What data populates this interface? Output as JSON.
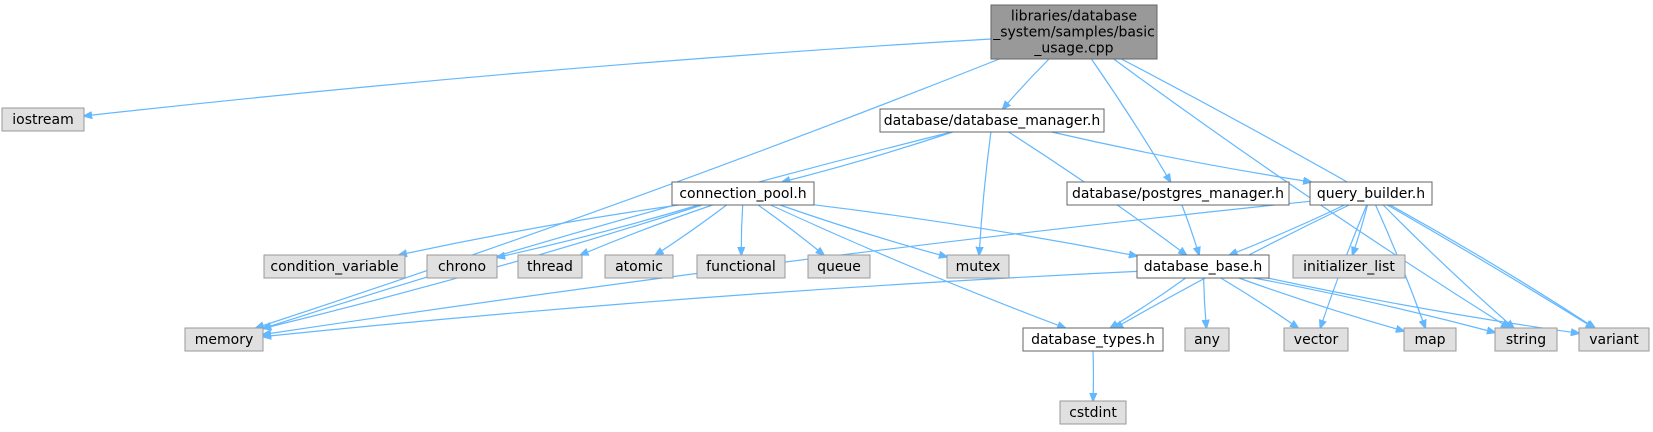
{
  "nodes": [
    {
      "id": "root",
      "lines": [
        "libraries/database",
        "_system/samples/basic",
        "_usage.cpp"
      ],
      "kind": "root"
    },
    {
      "id": "iostream",
      "lines": [
        "iostream"
      ],
      "kind": "sys"
    },
    {
      "id": "memory",
      "lines": [
        "memory"
      ],
      "kind": "sys"
    },
    {
      "id": "database_manager",
      "lines": [
        "database/database_manager.h"
      ],
      "kind": "doc"
    },
    {
      "id": "postgres_manager",
      "lines": [
        "database/postgres_manager.h"
      ],
      "kind": "doc"
    },
    {
      "id": "string",
      "lines": [
        "string"
      ],
      "kind": "sys"
    },
    {
      "id": "variant",
      "lines": [
        "variant"
      ],
      "kind": "sys"
    },
    {
      "id": "connection_pool",
      "lines": [
        "connection_pool.h"
      ],
      "kind": "doc"
    },
    {
      "id": "mutex",
      "lines": [
        "mutex"
      ],
      "kind": "sys"
    },
    {
      "id": "database_base",
      "lines": [
        "database_base.h"
      ],
      "kind": "doc"
    },
    {
      "id": "query_builder",
      "lines": [
        "query_builder.h"
      ],
      "kind": "doc"
    },
    {
      "id": "condition_variable",
      "lines": [
        "condition_variable"
      ],
      "kind": "sys"
    },
    {
      "id": "chrono",
      "lines": [
        "chrono"
      ],
      "kind": "sys"
    },
    {
      "id": "thread",
      "lines": [
        "thread"
      ],
      "kind": "sys"
    },
    {
      "id": "atomic",
      "lines": [
        "atomic"
      ],
      "kind": "sys"
    },
    {
      "id": "functional",
      "lines": [
        "functional"
      ],
      "kind": "sys"
    },
    {
      "id": "queue",
      "lines": [
        "queue"
      ],
      "kind": "sys"
    },
    {
      "id": "database_types",
      "lines": [
        "database_types.h"
      ],
      "kind": "doc"
    },
    {
      "id": "initializer_list",
      "lines": [
        "initializer_list"
      ],
      "kind": "sys"
    },
    {
      "id": "any",
      "lines": [
        "any"
      ],
      "kind": "sys"
    },
    {
      "id": "vector",
      "lines": [
        "vector"
      ],
      "kind": "sys"
    },
    {
      "id": "map",
      "lines": [
        "map"
      ],
      "kind": "sys"
    },
    {
      "id": "cstdint",
      "lines": [
        "cstdint"
      ],
      "kind": "sys"
    }
  ],
  "edges": [
    [
      "root",
      "iostream"
    ],
    [
      "root",
      "memory"
    ],
    [
      "root",
      "database_manager"
    ],
    [
      "root",
      "postgres_manager"
    ],
    [
      "root",
      "string"
    ],
    [
      "root",
      "variant"
    ],
    [
      "database_manager",
      "memory"
    ],
    [
      "database_manager",
      "connection_pool"
    ],
    [
      "database_manager",
      "mutex"
    ],
    [
      "database_manager",
      "database_base"
    ],
    [
      "database_manager",
      "query_builder"
    ],
    [
      "connection_pool",
      "memory"
    ],
    [
      "connection_pool",
      "condition_variable"
    ],
    [
      "connection_pool",
      "chrono"
    ],
    [
      "connection_pool",
      "thread"
    ],
    [
      "connection_pool",
      "atomic"
    ],
    [
      "connection_pool",
      "functional"
    ],
    [
      "connection_pool",
      "queue"
    ],
    [
      "connection_pool",
      "mutex"
    ],
    [
      "connection_pool",
      "database_base"
    ],
    [
      "connection_pool",
      "database_types"
    ],
    [
      "postgres_manager",
      "database_base"
    ],
    [
      "query_builder",
      "memory"
    ],
    [
      "query_builder",
      "database_base"
    ],
    [
      "query_builder",
      "database_types"
    ],
    [
      "query_builder",
      "initializer_list"
    ],
    [
      "query_builder",
      "vector"
    ],
    [
      "query_builder",
      "map"
    ],
    [
      "query_builder",
      "string"
    ],
    [
      "query_builder",
      "variant"
    ],
    [
      "database_base",
      "memory"
    ],
    [
      "database_base",
      "database_types"
    ],
    [
      "database_base",
      "any"
    ],
    [
      "database_base",
      "vector"
    ],
    [
      "database_base",
      "map"
    ],
    [
      "database_base",
      "string"
    ],
    [
      "database_base",
      "variant"
    ],
    [
      "database_types",
      "cstdint"
    ]
  ],
  "colors": {
    "edge": "#63b8ff",
    "root_fill": "#999999",
    "doc_fill": "#ffffff",
    "sys_fill": "#e0e0e0",
    "border": "#666666"
  }
}
